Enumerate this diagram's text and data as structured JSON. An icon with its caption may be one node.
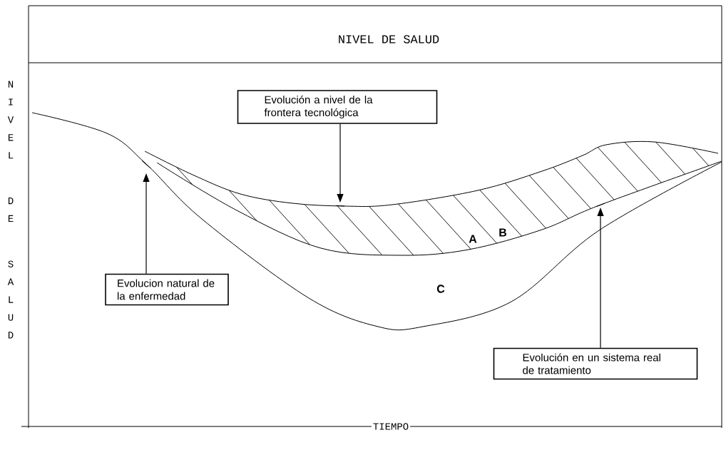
{
  "diagram": {
    "nodes": [
      {
        "text": [
          "Evolución a nivel de la frontera tecnológica"
        ]
      },
      {
        "text": [
          "Evolucion natural de la enfermedad"
        ]
      },
      {
        "text": [
          "Evolución en un sistema real de tratamiento"
        ]
      },
      {
        "text": [],
        "shape": "curve"
      },
      {
        "text": [],
        "shape": "curve"
      },
      {
        "text": [],
        "shape": "curve"
      }
    ],
    "edges": [
      {
        "from": 0,
        "to": 3,
        "arrow": "to"
      },
      {
        "from": 1,
        "to": 4,
        "arrow": "to"
      },
      {
        "from": 2,
        "to": 5,
        "arrow": "to"
      }
    ],
    "labels": [
      "NIVEL DE SALUD",
      "NIVEL DE SALUD",
      "A",
      "B",
      "C",
      "TIEMPO"
    ]
  }
}
